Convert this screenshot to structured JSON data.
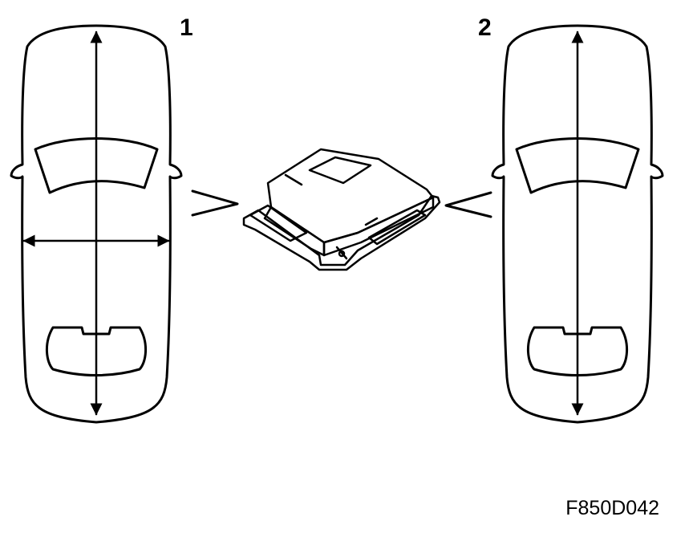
{
  "labels": {
    "left_car": "1",
    "right_car": "2"
  },
  "figure_id": "F850D042",
  "icons": {
    "left_car": "car-top-view-icon",
    "right_car": "car-top-view-icon",
    "module": "control-module-icon",
    "pointer_left": "chevron-right-icon",
    "pointer_right": "chevron-left-icon"
  },
  "colors": {
    "line": "#000000",
    "background": "#ffffff"
  }
}
